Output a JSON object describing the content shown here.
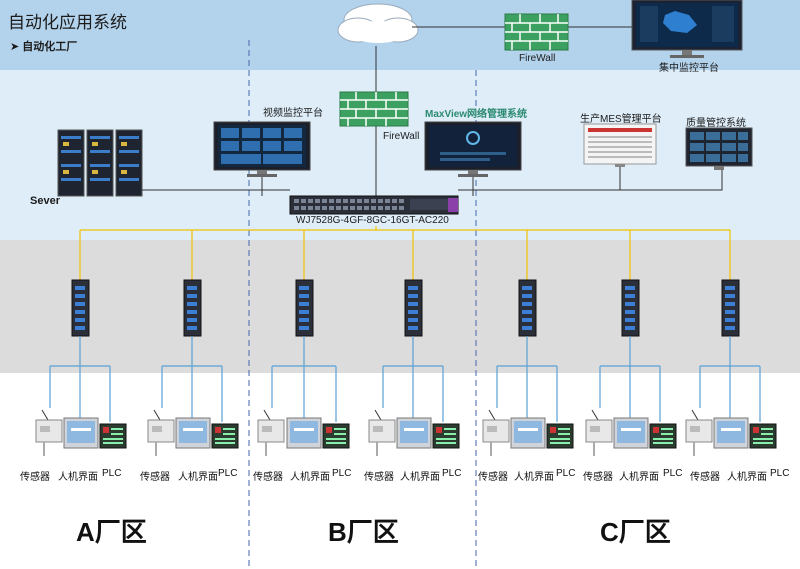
{
  "header": {
    "title": "自动化应用系统",
    "subtitle_bullet": "➤",
    "subtitle": "自动化工厂"
  },
  "top_row": {
    "cloud_icon": "cloud-icon",
    "firewall_label": "FireWall",
    "monitor_center_label": "集中监控平台"
  },
  "upper_row": {
    "server_label": "Sever",
    "video_label": "视频监控平台",
    "firewall_label": "FireWall",
    "maxview_label": "MaxView网络管理系统",
    "mes_label": "生产MES管理平台",
    "quality_label": "质量管控系统",
    "core_switch_label": "WJ7528G-4GF-8GC-16GT-AC220"
  },
  "field_devices": {
    "sensor": "传感器",
    "hmi": "人机界面",
    "plc": "PLC"
  },
  "zones": [
    "A厂区",
    "B厂区",
    "C厂区"
  ],
  "colors": {
    "top_band": "#b3d2ec",
    "upper_band": "#deedf8",
    "mid_band": "#dcdcdc",
    "trunk_line": "#f2c200",
    "access_line": "#5aa0d6",
    "firewall": "#3ca060",
    "switch": "#2a2f3a"
  }
}
